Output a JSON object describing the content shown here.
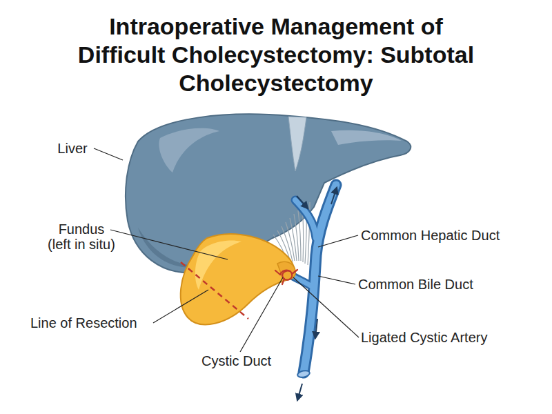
{
  "diagram": {
    "title": "Intraoperative Management of Difficult Cholecystectomy: Subtotal Cholecystectomy",
    "labels": [
      "Liver",
      "Fundus",
      "(left in situ)",
      "Line of Resection",
      "Cystic Duct",
      "Common Hepatic Duct",
      "Common Bile Duct",
      "Ligated Cystic Artery"
    ]
  }
}
